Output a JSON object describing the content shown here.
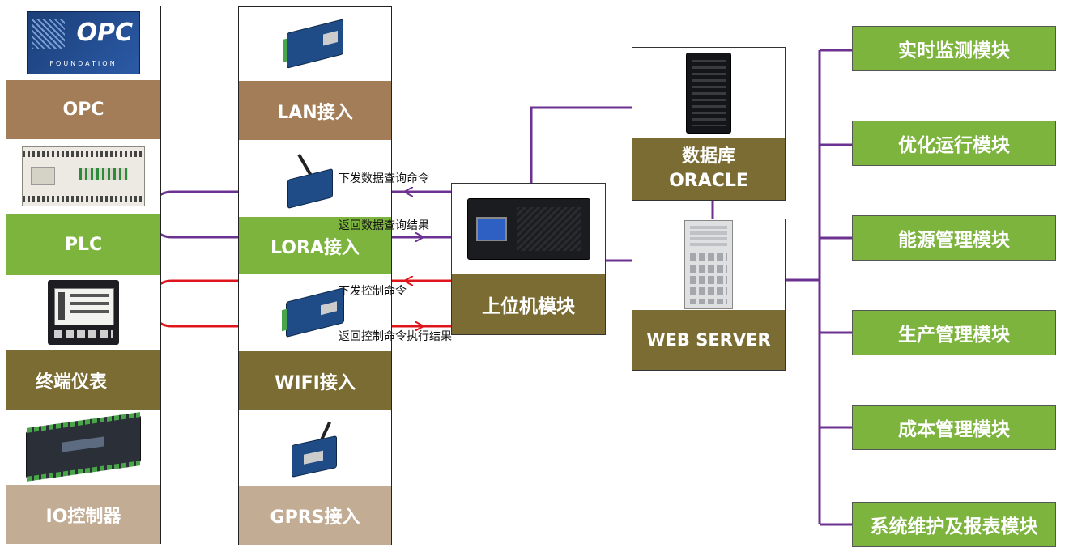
{
  "colors": {
    "brown": "#a27d58",
    "olive": "#7a6c33",
    "green": "#7db43e",
    "tan": "#c2ac93",
    "purple": "#6c3292",
    "red": "#e0141b"
  },
  "left_column": {
    "opc_logo_text": "OPC",
    "opc_logo_subtext": "FOUNDATION",
    "items": [
      {
        "label": "OPC",
        "icon": "opc-foundation-logo"
      },
      {
        "label": "PLC",
        "icon": "plc-controller-icon"
      },
      {
        "label": "终端仪表",
        "icon": "power-meter-icon"
      },
      {
        "label": "IO控制器",
        "icon": "io-controller-icon"
      }
    ]
  },
  "mid_column": {
    "items": [
      {
        "label": "LAN接入",
        "icon": "lan-gateway-icon"
      },
      {
        "label": "LORA接入",
        "icon": "lora-gateway-icon"
      },
      {
        "label": "WIFI接入",
        "icon": "wifi-gateway-icon"
      },
      {
        "label": "GPRS接入",
        "icon": "gprs-gateway-icon"
      }
    ]
  },
  "arrows": {
    "query_send": "下发数据查询命令",
    "query_return": "返回数据查询结果",
    "control_send": "下发控制命令",
    "control_return": "返回控制命令执行结果"
  },
  "host": {
    "label": "上位机模块",
    "icon": "rack-server-icon"
  },
  "database": {
    "label_line1": "数据库",
    "label_line2": "ORACLE",
    "icon": "server-tower-icon"
  },
  "webserver": {
    "label": "WEB SERVER",
    "icon": "web-server-cabinet-icon"
  },
  "modules": [
    "实时监测模块",
    "优化运行模块",
    "能源管理模块",
    "生产管理模块",
    "成本管理模块",
    "系统维护及报表模块"
  ]
}
